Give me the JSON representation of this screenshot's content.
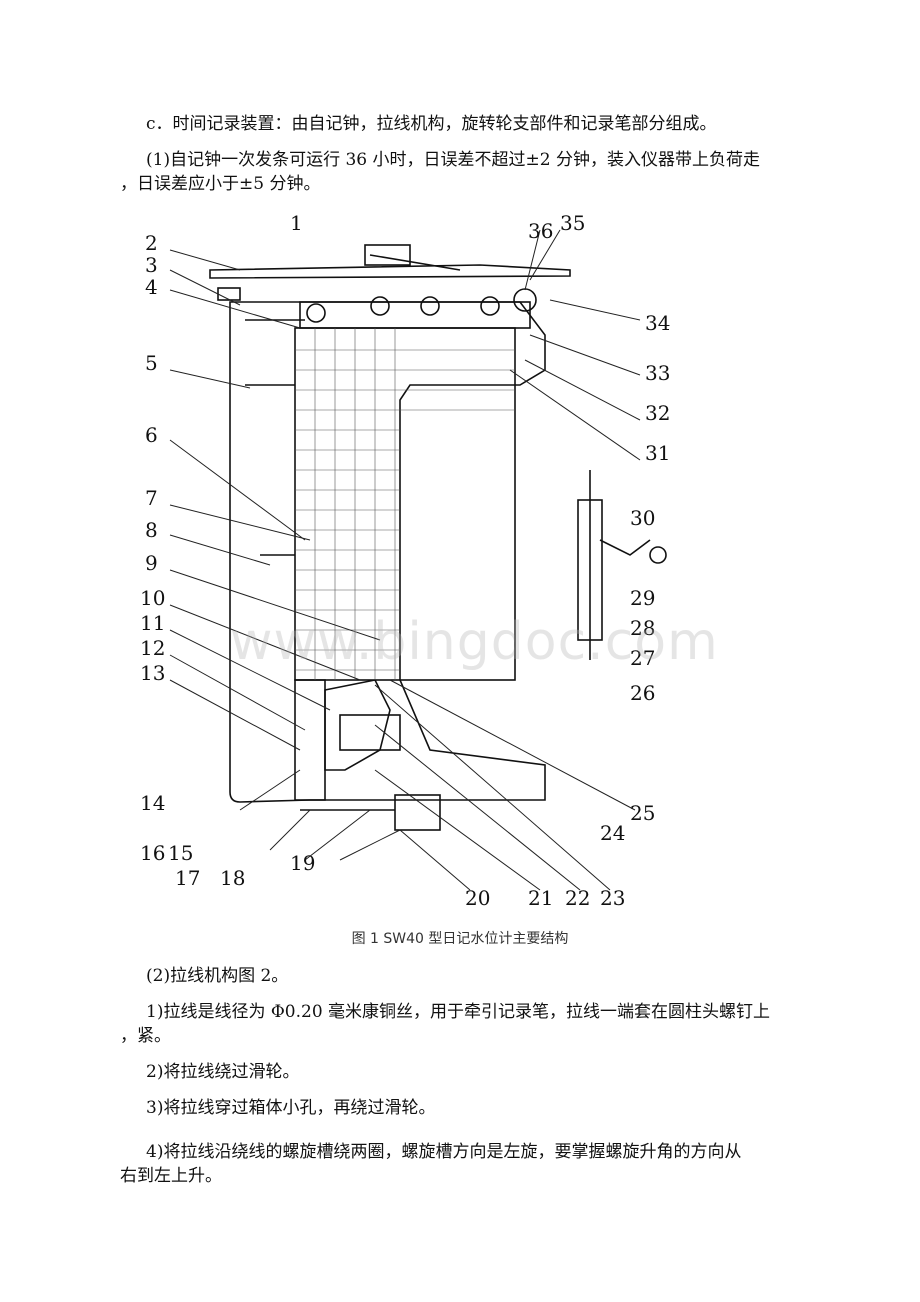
{
  "paragraphs": [
    "c．时间记录装置：由自记钟，拉线机构，旋转轮支部件和记录笔部分组成。",
    "(1)自记钟一次发条可运行 36 小时，日误差不超过±2 分钟，装入仪器带上负荷走",
    "，日误差应小于±5 分钟。",
    "(2)拉线机构图 2。",
    "1)拉线是线径为 Φ0.20 毫米康铜丝，用于牵引记录笔，拉线一端套在圆柱头螺钉上",
    "，紧。",
    "2)将拉线绕过滑轮。",
    "3)将拉线穿过箱体小孔，再绕过滑轮。",
    "4)将拉线沿绕线的螺旋槽绕两圈，螺旋槽方向是左旋，要掌握螺旋升角的方向从",
    "右到左上升。"
  ],
  "figure": {
    "caption": "图 1 SW40 型日记水位计主要结构",
    "watermark": "www.bingdoc.com",
    "labels": {
      "l1": "1",
      "l2": "2",
      "l3": "3",
      "l4": "4",
      "l5": "5",
      "l6": "6",
      "l7": "7",
      "l8": "8",
      "l9": "9",
      "l10": "10",
      "l11": "11",
      "l12": "12",
      "l13": "13",
      "l14": "14",
      "l15": "15",
      "l16": "16",
      "l17": "17",
      "l18": "18",
      "l19": "19",
      "l20": "20",
      "l21": "21",
      "l22": "22",
      "l23": "23",
      "l24": "24",
      "l25": "25",
      "l26": "26",
      "l27": "27",
      "l28": "28",
      "l29": "29",
      "l30": "30",
      "l31": "31",
      "l32": "32",
      "l33": "33",
      "l34": "34",
      "l35": "35",
      "l36": "36"
    }
  }
}
